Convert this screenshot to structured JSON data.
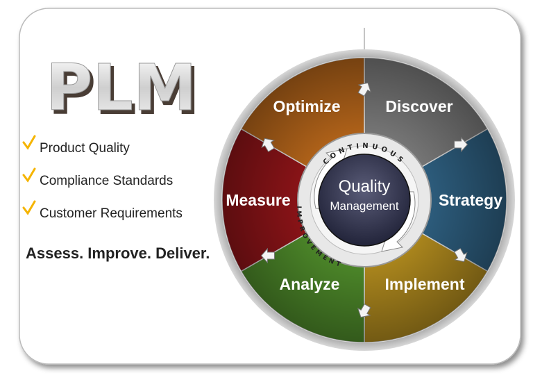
{
  "logo": {
    "text": "PLM"
  },
  "checklist": {
    "icon": "checkmark-icon",
    "check_color": "#f5b400",
    "items": [
      "Product Quality",
      "Compliance Standards",
      "Customer Requirements"
    ]
  },
  "tagline": "Assess. Improve. Deliver.",
  "wheel": {
    "segments": [
      {
        "label": "Discover",
        "color": "#7a7a7a"
      },
      {
        "label": "Strategy",
        "color": "#2e5f80"
      },
      {
        "label": "Implement",
        "color": "#b08a1e"
      },
      {
        "label": "Analyze",
        "color": "#4e8a2a"
      },
      {
        "label": "Measure",
        "color": "#8e1418"
      },
      {
        "label": "Optimize",
        "color": "#b5651a"
      }
    ],
    "ring_text_top": "CONTINUOUS",
    "ring_text_left": "IMPROVEMENT",
    "center_line1": "Quality",
    "center_line2": "Management",
    "center_color": "#2a2c44"
  }
}
